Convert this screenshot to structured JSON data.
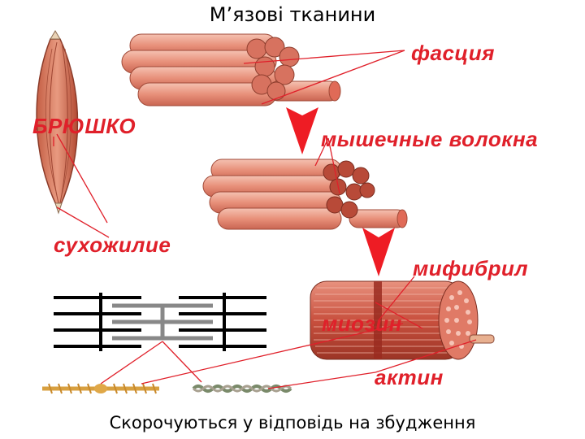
{
  "title": "М’язові тканини",
  "caption": "Скорочуються у відповідь на збудження",
  "labels": {
    "fascia": "фасция",
    "belly": "БРЮШКО",
    "muscle_fibers": "мышечные волокна",
    "tendon": "сухожилие",
    "myofibril": "мифибрил",
    "myosin": "миозин",
    "actin": "актин"
  },
  "colors": {
    "label_red": "#e0202a",
    "arrow_red": "#ee1c24",
    "fiber_salmon": "#e8907a",
    "fiber_dark": "#b5493a"
  }
}
